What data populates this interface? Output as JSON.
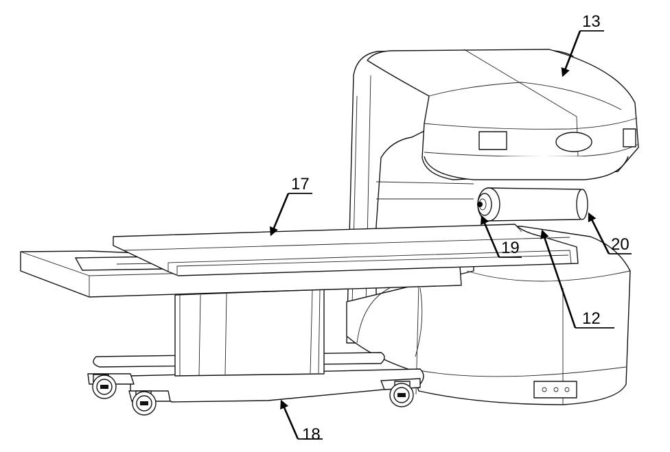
{
  "callouts": {
    "c13": "13",
    "c17": "17",
    "c19": "19",
    "c20": "20",
    "c12": "12",
    "c18": "18"
  }
}
